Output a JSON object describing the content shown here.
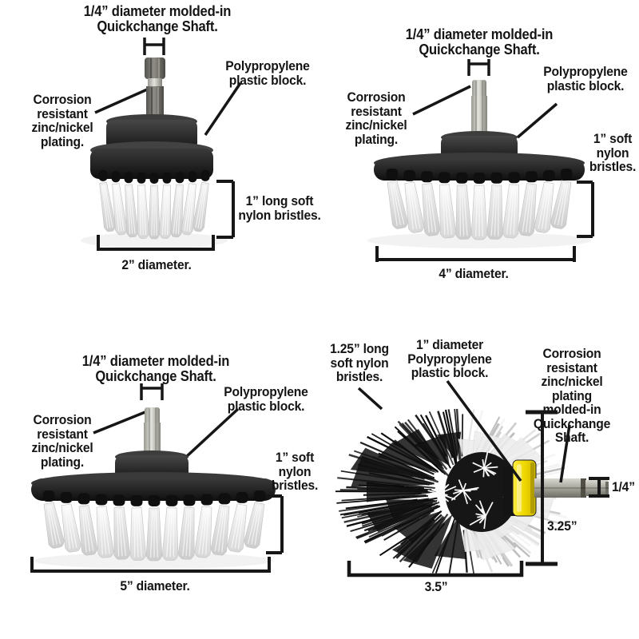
{
  "figure": {
    "background": "#ffffff",
    "line_color": "#161616",
    "text_color": "#141414",
    "accent_yellow": "#f0d800",
    "block_black": "#1d1d1d",
    "bristle_white": "#efefef",
    "metal_silver": "#b9b9b1"
  },
  "panels": [
    {
      "name": "2-inch-flat-brush",
      "shaft_label": "1/4” diameter molded-in\nQuickchange Shaft.",
      "plating_label": "Corrosion\nresistant\nzinc/nickel\nplating.",
      "block_label": "Polypropylene\nplastic block.",
      "bristles_label": "1” long soft\nnylon bristles.",
      "diameter_label": "2” diameter."
    },
    {
      "name": "4-inch-flat-brush",
      "shaft_label": "1/4” diameter molded-in\nQuickchange Shaft.",
      "plating_label": "Corrosion\nresistant\nzinc/nickel\nplating.",
      "block_label": "Polypropylene\nplastic block.",
      "bristles_label": "1” soft\nnylon\nbristles.",
      "diameter_label": "4” diameter."
    },
    {
      "name": "5-inch-flat-brush",
      "shaft_label": "1/4” diameter molded-in\nQuickchange Shaft.",
      "plating_label": "Corrosion\nresistant\nzinc/nickel\nplating.",
      "block_label": "Polypropylene\nplastic block.",
      "bristles_label": "1” soft\nnylon\nbristles.",
      "diameter_label": "5” diameter."
    },
    {
      "name": "3-5-inch-corner-brush",
      "bristles_label": "1.25” long\nsoft nylon\nbristles.",
      "block_label": "1” diameter\nPolypropylene\nplastic block.",
      "shaft_label": "Corrosion resistant\nzinc/nickel plating\nmolded-in\nQuickchange\nShaft.",
      "shaft_diameter_label": "1/4”",
      "height_label": "3.25”",
      "width_label": "3.5”"
    }
  ]
}
